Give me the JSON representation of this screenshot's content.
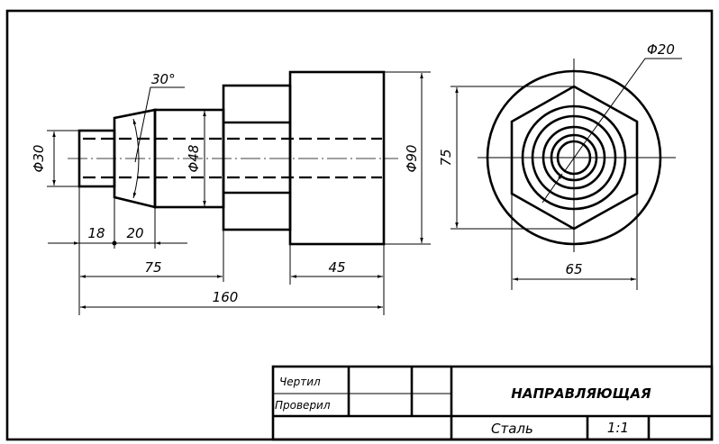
{
  "drawing": {
    "front_view": {
      "dims": {
        "d30": "Φ30",
        "d48": "Φ48",
        "d90": "Φ90",
        "angle": "30°",
        "l18": "18",
        "l20": "20",
        "l75": "75",
        "l45": "45",
        "l160": "160"
      }
    },
    "side_view": {
      "dims": {
        "h75": "75",
        "w65": "65",
        "d20": "Φ20"
      }
    },
    "title_block": {
      "drawn_label": "Чертил",
      "checked_label": "Проверил",
      "title": "НАПРАВЛЯЮЩАЯ",
      "material": "Сталь",
      "scale": "1:1"
    }
  }
}
